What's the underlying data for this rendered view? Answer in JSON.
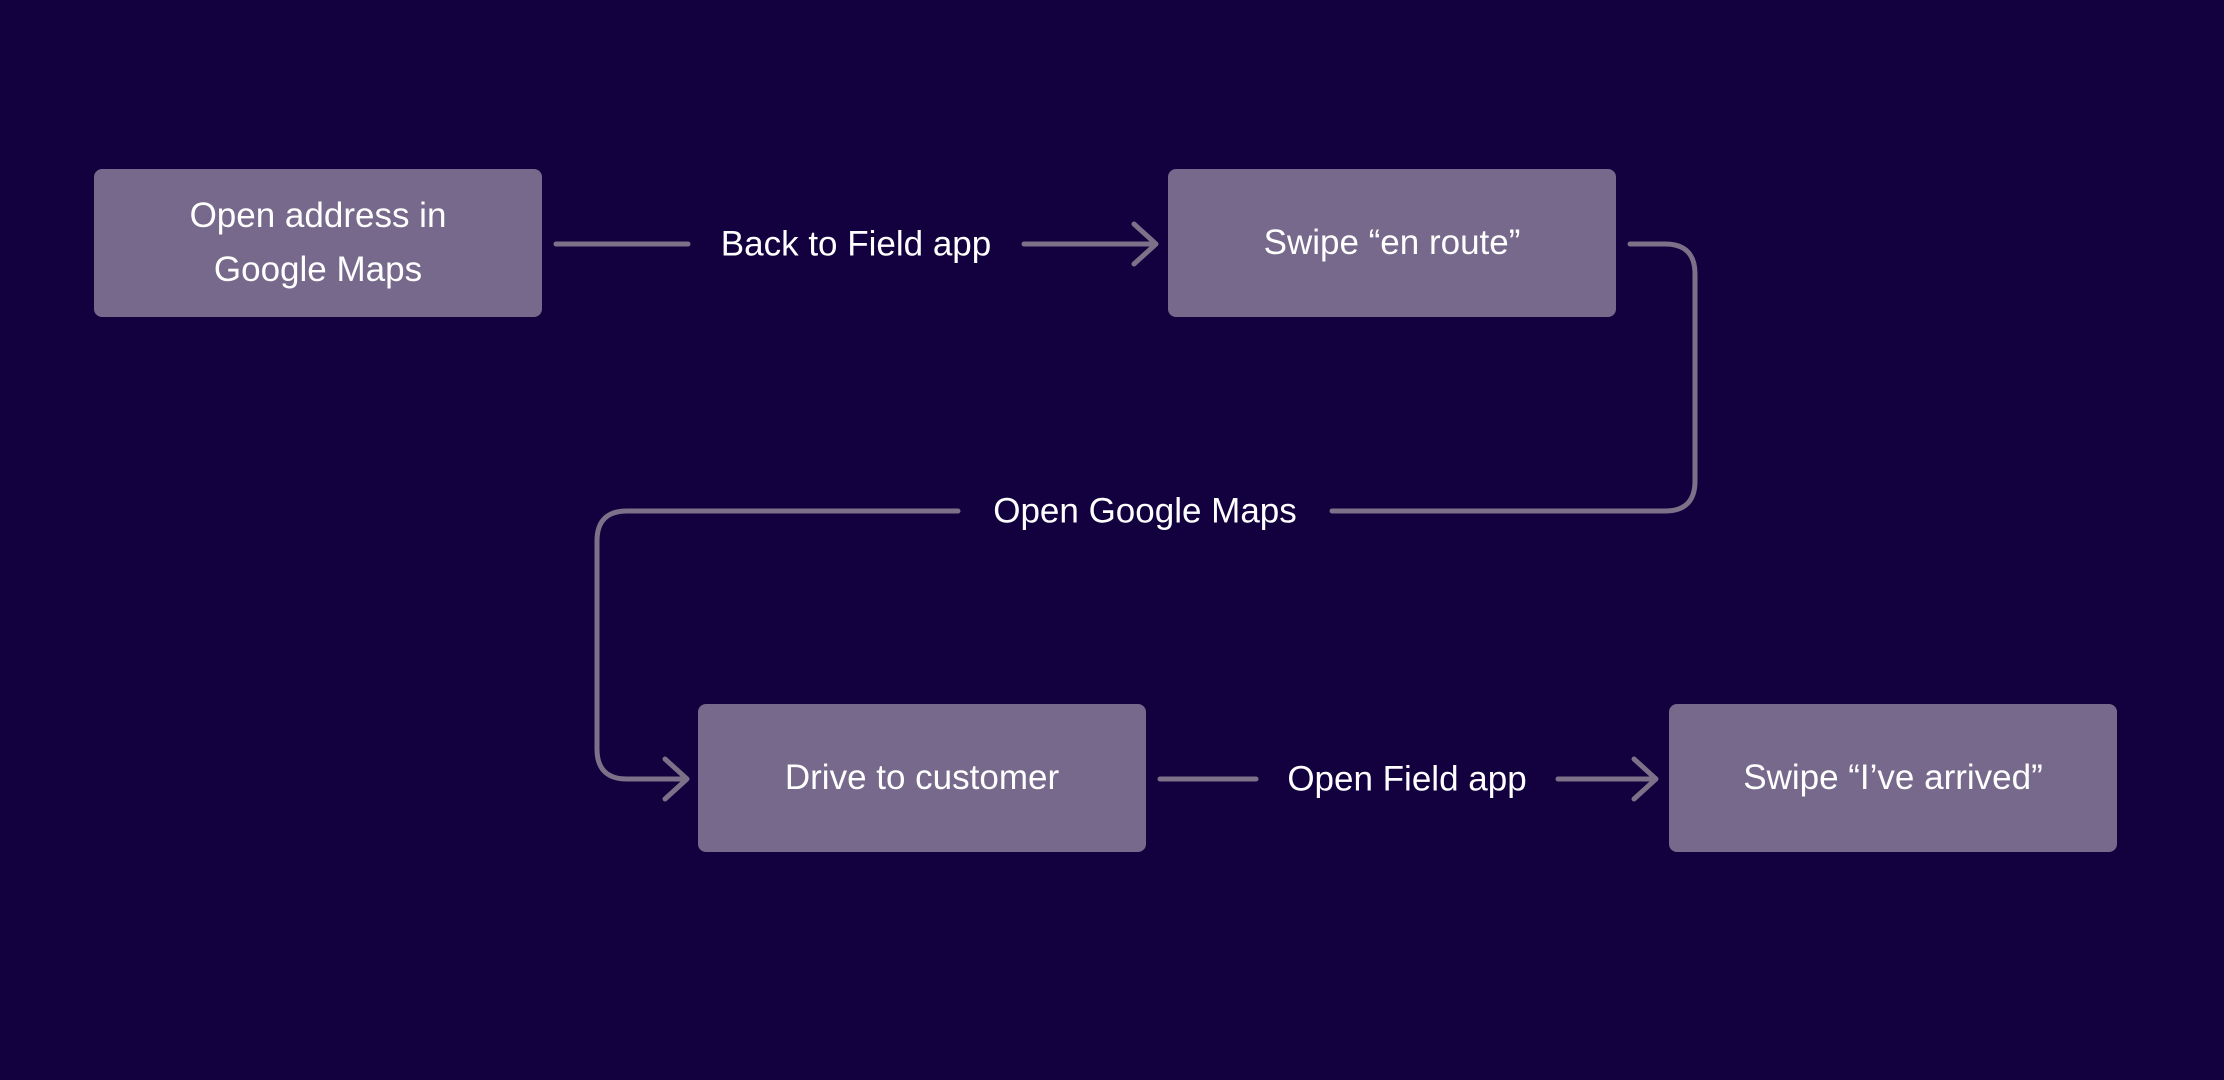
{
  "colors": {
    "background": "#13003f",
    "node_fill": "#77698c",
    "connector": "#7d7189",
    "text": "#ffffff"
  },
  "nodes": [
    {
      "id": "open-address",
      "label": "Open address in\nGoogle Maps"
    },
    {
      "id": "swipe-en-route",
      "label": "Swipe “en route”"
    },
    {
      "id": "drive-to-customer",
      "label": "Drive to customer"
    },
    {
      "id": "swipe-arrived",
      "label": "Swipe “I’ve arrived”"
    }
  ],
  "edges": [
    {
      "from": "open-address",
      "to": "swipe-en-route",
      "label": "Back to Field app"
    },
    {
      "from": "swipe-en-route",
      "to": "drive-to-customer",
      "label": "Open Google Maps"
    },
    {
      "from": "drive-to-customer",
      "to": "swipe-arrived",
      "label": "Open Field app"
    }
  ]
}
